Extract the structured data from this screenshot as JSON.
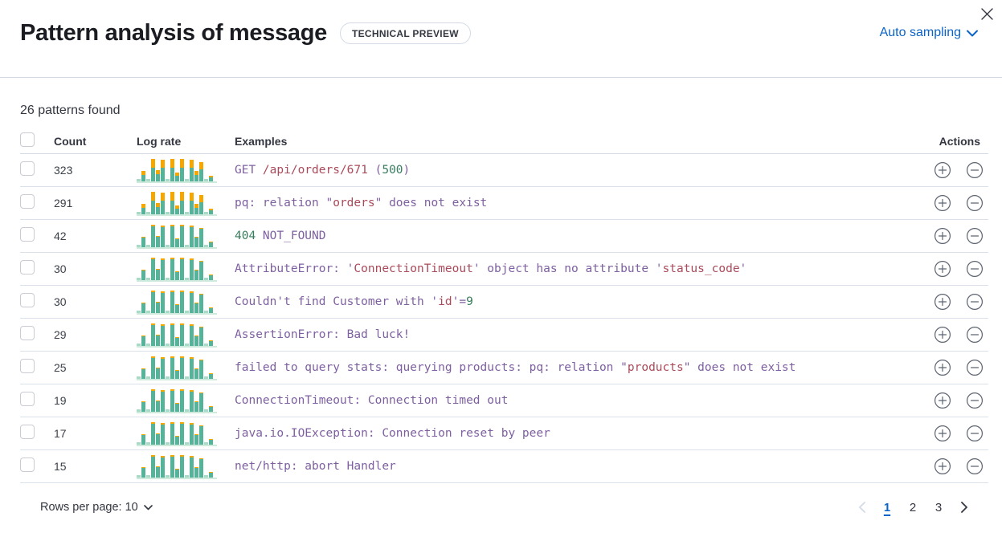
{
  "header": {
    "title": "Pattern analysis of message",
    "badge": "TECHNICAL PREVIEW",
    "sampling_menu": "Auto sampling"
  },
  "summary": "26 patterns found",
  "colors": {
    "accent_blue": "#0b64c8",
    "token_purple": "#7e60a0",
    "token_red": "#aa4a5a",
    "token_green": "#377d5d",
    "spark_green": "#54b399",
    "spark_orange": "#f5a700",
    "spark_light_green": "#a8dbc6"
  },
  "table": {
    "columns": [
      "Count",
      "Log rate",
      "Examples",
      "Actions"
    ],
    "rows": [
      {
        "count": "323",
        "spark": "high",
        "tokens": [
          {
            "t": "GET ",
            "c": "purple"
          },
          {
            "t": "/api/orders/671",
            "c": "red"
          },
          {
            "t": " (",
            "c": "purple"
          },
          {
            "t": "500",
            "c": "green"
          },
          {
            "t": ")",
            "c": "purple"
          }
        ]
      },
      {
        "count": "291",
        "spark": "high",
        "tokens": [
          {
            "t": "pq: relation \"",
            "c": "purple"
          },
          {
            "t": "orders",
            "c": "red"
          },
          {
            "t": "\" does not exist",
            "c": "purple"
          }
        ]
      },
      {
        "count": "42",
        "spark": "low",
        "tokens": [
          {
            "t": "404",
            "c": "green"
          },
          {
            "t": " NOT_FOUND",
            "c": "purple"
          }
        ]
      },
      {
        "count": "30",
        "spark": "low",
        "tokens": [
          {
            "t": "AttributeError: '",
            "c": "purple"
          },
          {
            "t": "ConnectionTimeout",
            "c": "red"
          },
          {
            "t": "' object has no attribute '",
            "c": "purple"
          },
          {
            "t": "status_code",
            "c": "red"
          },
          {
            "t": "'",
            "c": "purple"
          }
        ]
      },
      {
        "count": "30",
        "spark": "low",
        "tokens": [
          {
            "t": "Couldn't find Customer with '",
            "c": "purple"
          },
          {
            "t": "id",
            "c": "red"
          },
          {
            "t": "'=",
            "c": "purple"
          },
          {
            "t": "9",
            "c": "green"
          }
        ]
      },
      {
        "count": "29",
        "spark": "low",
        "tokens": [
          {
            "t": "AssertionError: Bad luck!",
            "c": "purple"
          }
        ]
      },
      {
        "count": "25",
        "spark": "low",
        "tokens": [
          {
            "t": "failed to query stats: querying products: pq: relation \"",
            "c": "purple"
          },
          {
            "t": "products",
            "c": "red"
          },
          {
            "t": "\" does not exist",
            "c": "purple"
          }
        ]
      },
      {
        "count": "19",
        "spark": "low",
        "tokens": [
          {
            "t": "ConnectionTimeout: Connection timed out",
            "c": "purple"
          }
        ]
      },
      {
        "count": "17",
        "spark": "low",
        "tokens": [
          {
            "t": "java.io.IOException: Connection reset by peer",
            "c": "purple"
          }
        ]
      },
      {
        "count": "15",
        "spark": "low",
        "tokens": [
          {
            "t": "net/http: abort Handler",
            "c": "purple"
          }
        ]
      }
    ]
  },
  "sparkline": {
    "bar_heights": [
      0.07,
      0.45,
      0.06,
      1.0,
      0.5,
      0.95,
      0.08,
      1.0,
      0.4,
      1.0,
      0.08,
      0.95,
      0.47,
      0.85,
      0.06,
      0.24
    ],
    "light_bars": [
      0,
      2,
      6,
      10,
      14
    ],
    "orange_share": {
      "high": 0.4,
      "low": 0.08
    }
  },
  "footer": {
    "rows_per_page_label": "Rows per page: 10",
    "pages": [
      "1",
      "2",
      "3"
    ],
    "active_page": "1"
  }
}
